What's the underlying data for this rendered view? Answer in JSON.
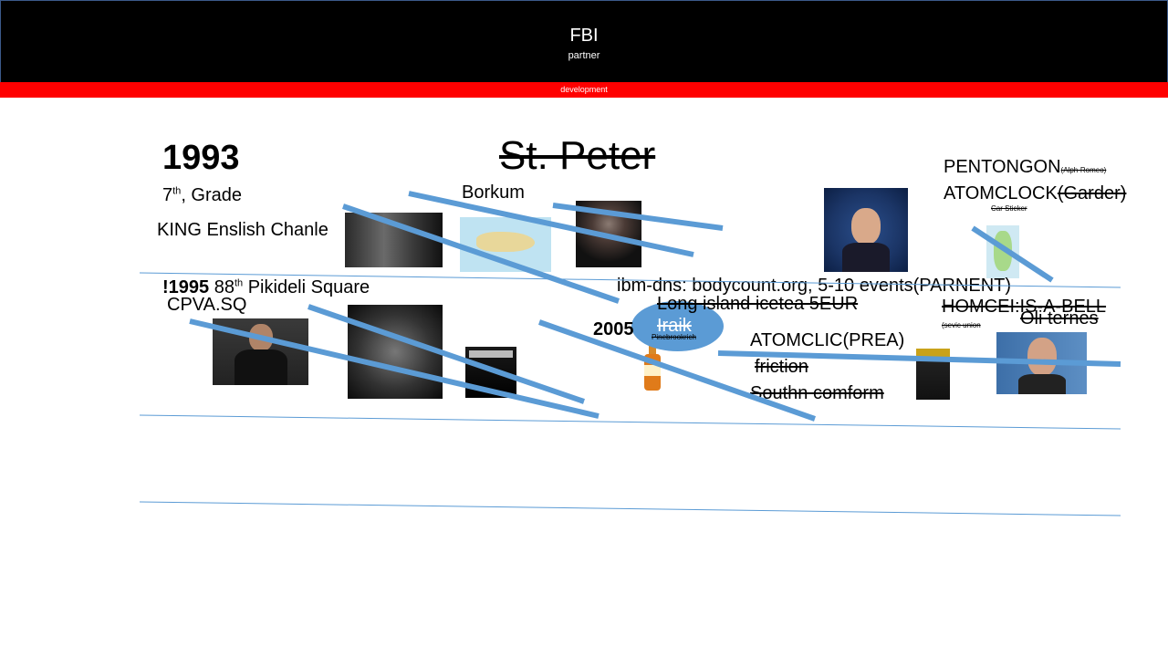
{
  "header": {
    "title": "FBI",
    "subtitle": "partner"
  },
  "banner": {
    "text": "development"
  },
  "colors": {
    "header_bg": "#000000",
    "banner_bg": "#ff0000",
    "stroke": "#5b9bd5",
    "ellipse": "#5b9bd5"
  },
  "slide": {
    "year_1993": "1993",
    "grade_num": "7",
    "grade_sup": "th",
    "grade_text": ", Grade",
    "king": "KING Enslish Chanle",
    "st_peter": "St. Peter",
    "borkum": "Borkum",
    "pentongon": "PENTONGON",
    "alph_romeo": "(Alph-Romeo)",
    "atomclock": "ATOMCLOCK",
    "garder": "(Garder)",
    "car_sticker": "Car Sticker",
    "year_1995": "!1995",
    "num_88": " 88",
    "sup_th": "th",
    "pikideli": " Pikideli Square",
    "cpva": "CPVA.SQ",
    "ibm_dns": "ibm-dns: bodycount.org, 5-10 events(PARNENT)",
    "long_island": "Long island icetea 5EUR",
    "homcei": "HOMCEI:IS-A-BELL",
    "sevic_union": "(sevic union",
    "oli_ternes": "Oli   ternes",
    "year_2005": "2005",
    "iraik": "Iraik",
    "pinebrookrich": "Pinebrookrich",
    "atomclic": "ATOMCLIC(PREA)",
    "friction": "friction",
    "southn": "Southn comform"
  }
}
